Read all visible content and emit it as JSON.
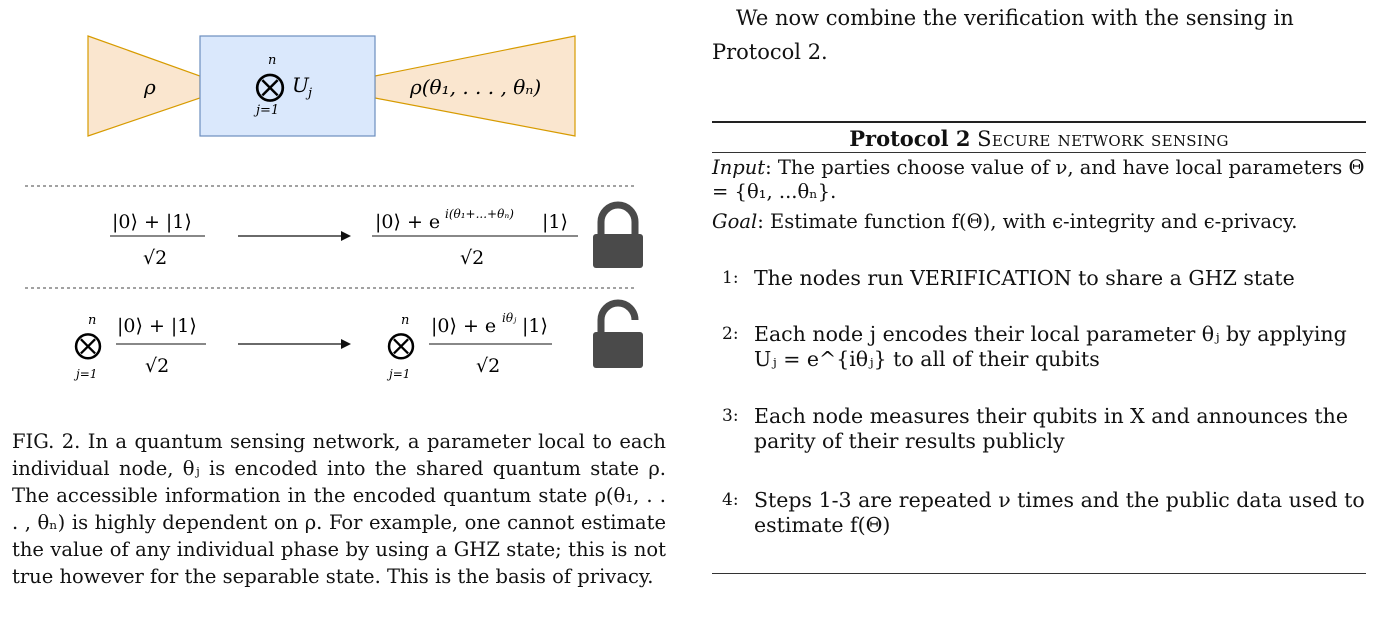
{
  "top_text": {
    "line1": "We now combine the verification with the sensing in",
    "line2": "Protocol 2."
  },
  "figure": {
    "rho": "ρ",
    "unitary_sup": "n",
    "unitary_sub": "j=1",
    "unitary_symbol": "⨂",
    "unitary_label": "U",
    "unitary_label_sub": "j",
    "rho_theta": "ρ(θ₁, . . . , θₙ)",
    "ghz_left_num": "|0⟩ + |1⟩",
    "ghz_left_den": "√2",
    "ghz_right_num_a": "|0⟩ + e",
    "ghz_right_exp": "i(θ₁+...+θₙ)",
    "ghz_right_num_b": "|1⟩",
    "ghz_right_den": "√2",
    "sep_sup": "n",
    "sep_sub": "j=1",
    "sep_left_num": "|0⟩ + |1⟩",
    "sep_left_den": "√2",
    "sep_right_num_a": "|0⟩ + e",
    "sep_right_exp": "iθⱼ",
    "sep_right_num_b": "|1⟩",
    "sep_right_den": "√2",
    "box_fill": "#dae8fc",
    "box_stroke": "#6c8ebf",
    "trap_fill": "#fae6cf",
    "trap_stroke": "#d79b00",
    "lock_color": "#4a4a4a",
    "locked_icon": "lock-closed-icon",
    "unlocked_icon": "lock-open-icon"
  },
  "caption": {
    "text": "FIG. 2. In a quantum sensing network, a parameter local to each individual node, θⱼ is encoded into the shared quantum state ρ. The accessible information in the encoded quantum state ρ(θ₁, . . . , θₙ) is highly dependent on ρ. For example, one cannot estimate the value of any individual phase by using a GHZ state; this is not true however for the separable state. This is the basis of privacy."
  },
  "protocol": {
    "title_bold": "Protocol 2",
    "title_rest": "Secure network sensing",
    "input_label": "Input",
    "input_text": ": The parties choose value of ν, and have local parameters Θ = {θ₁, ...θₙ}.",
    "goal_label": "Goal",
    "goal_text": ": Estimate function f(Θ), with ϵ-integrity and ϵ-privacy.",
    "steps": [
      {
        "num": "1:",
        "text": "The nodes run VERIFICATION to share a GHZ state"
      },
      {
        "num": "2:",
        "text": "Each node j encodes their local parameter θⱼ by applying Uⱼ = e^{iθⱼ} to all of their qubits"
      },
      {
        "num": "3:",
        "text": "Each node measures their qubits in X and announces the parity of their results publicly"
      },
      {
        "num": "4:",
        "text": "Steps 1-3 are repeated ν times and the public data used to estimate f(Θ)"
      }
    ]
  }
}
